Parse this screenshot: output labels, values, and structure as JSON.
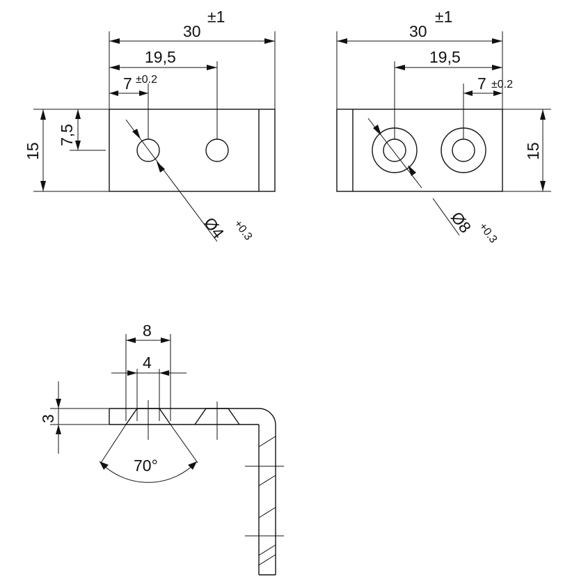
{
  "front_view": {
    "overall_width": "30",
    "overall_width_tol": "±1",
    "hole2_pos": "19,5",
    "hole1_pos": "7",
    "hole1_pos_tol": "±0.2",
    "height": "15",
    "hole_height": "7,5",
    "hole_dia": "Ø4",
    "hole_dia_tol": "+0.3"
  },
  "rear_view": {
    "overall_width": "30",
    "overall_width_tol": "±1",
    "hole2_pos": "19,5",
    "hole1_pos": "7",
    "hole1_pos_tol": "±0.2",
    "height": "15",
    "counterbore_dia": "Ø8",
    "counterbore_dia_tol": "+0.3"
  },
  "section_view": {
    "countersink_dia": "8",
    "hole_dia": "4",
    "thickness": "3",
    "countersink_angle": "70°"
  }
}
